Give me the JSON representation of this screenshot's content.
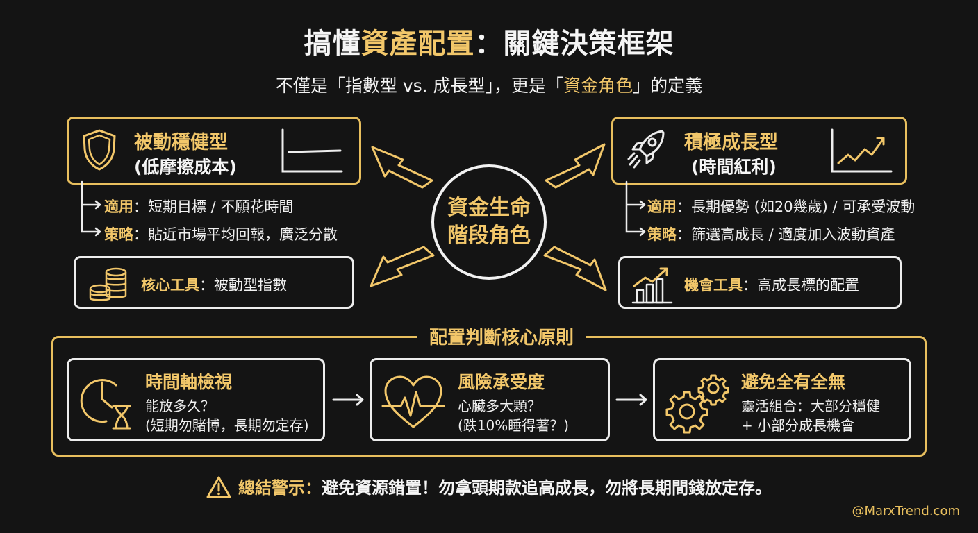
{
  "title": {
    "part1": "搞懂",
    "part2": "資產配置",
    "part3": "：關鍵決策框架"
  },
  "subtitle": {
    "part1": "不僅是「指數型 vs. 成長型」，更是「",
    "part2": "資金角色",
    "part3": "」的定義"
  },
  "center": {
    "line1": "資金生命",
    "line2": "階段角色"
  },
  "passive": {
    "title": "被動穩健型",
    "subtitle": "(低摩擦成本)",
    "icon": "shield-icon",
    "chart_icon": "flat-line-chart-icon",
    "bullets": [
      {
        "label": "適用",
        "text": "：短期目標 / 不願花時間"
      },
      {
        "label": "策略",
        "text": "：貼近市場平均回報，廣泛分散"
      }
    ],
    "tool": {
      "label": "核心工具",
      "text": "：被動型指數",
      "icon": "coin-stack-icon"
    }
  },
  "growth": {
    "title": "積極成長型",
    "subtitle": "(時間紅利)",
    "icon": "rocket-icon",
    "chart_icon": "rising-line-chart-icon",
    "bullets": [
      {
        "label": "適用",
        "text": "：長期優勢 (如20幾歲) / 可承受波動"
      },
      {
        "label": "策略",
        "text": "：篩選高成長 / 適度加入波動資產"
      }
    ],
    "tool": {
      "label": "機會工具",
      "text": "：高成長標的配置",
      "icon": "growth-bar-chart-icon"
    }
  },
  "principles": {
    "title": "配置判斷核心原則",
    "steps": [
      {
        "title": "時間軸檢視",
        "line1": "能放多久？",
        "line2": "(短期勿賭博，長期勿定存)",
        "icon": "clock-hourglass-icon"
      },
      {
        "title": "風險承受度",
        "line1": "心臟多大顆？",
        "line2": "(跌10%睡得著？)",
        "icon": "heartbeat-icon"
      },
      {
        "title": "避免全有全無",
        "line1": "靈活組合：大部分穩健",
        "line2": "+ 小部分成長機會",
        "icon": "gears-icon"
      }
    ]
  },
  "warning": {
    "label": "總結警示：",
    "text": "避免資源錯置！勿拿頭期款追高成長，勿將長期間錢放定存。",
    "icon": "warning-triangle-icon"
  },
  "credit": "@MarxTrend.com",
  "colors": {
    "background": "#141414",
    "accent_gold": "#f2c76a",
    "line_white": "#ededed"
  }
}
